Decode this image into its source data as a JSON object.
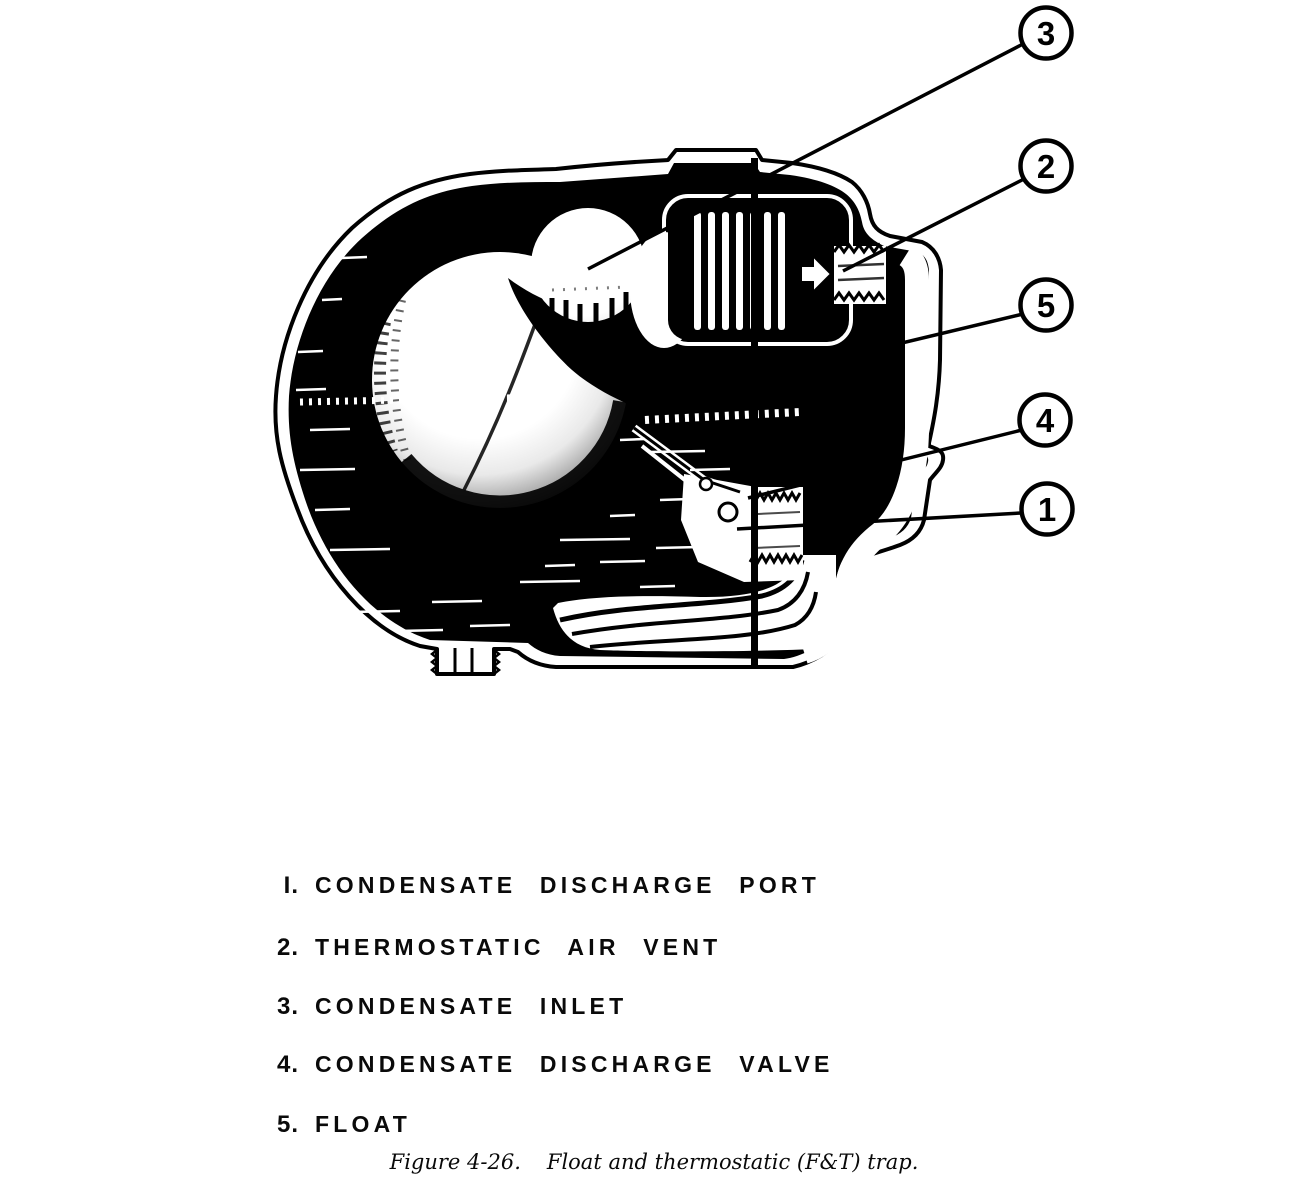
{
  "figure": {
    "callouts": [
      {
        "label": "3"
      },
      {
        "label": "2"
      },
      {
        "label": "5"
      },
      {
        "label": "4"
      },
      {
        "label": "1"
      }
    ],
    "parts": {
      "condensate_discharge_port": "1",
      "thermostatic_air_vent": "2",
      "condensate_inlet": "3",
      "condensate_discharge_valve": "4",
      "float": "5"
    }
  },
  "legend": {
    "items": [
      {
        "num": "I.",
        "label": "CONDENSATE DISCHARGE PORT"
      },
      {
        "num": "2.",
        "label": "THERMOSTATIC AIR VENT"
      },
      {
        "num": "3.",
        "label": "CONDENSATE INLET"
      },
      {
        "num": "4.",
        "label": "CONDENSATE DISCHARGE VALVE"
      },
      {
        "num": "5.",
        "label": "FLOAT"
      }
    ]
  },
  "caption": {
    "label": "Figure 4-26.",
    "title": "Float and thermostatic (F&T) trap."
  },
  "colors": {
    "ink": "#000000",
    "paper": "#ffffff"
  }
}
